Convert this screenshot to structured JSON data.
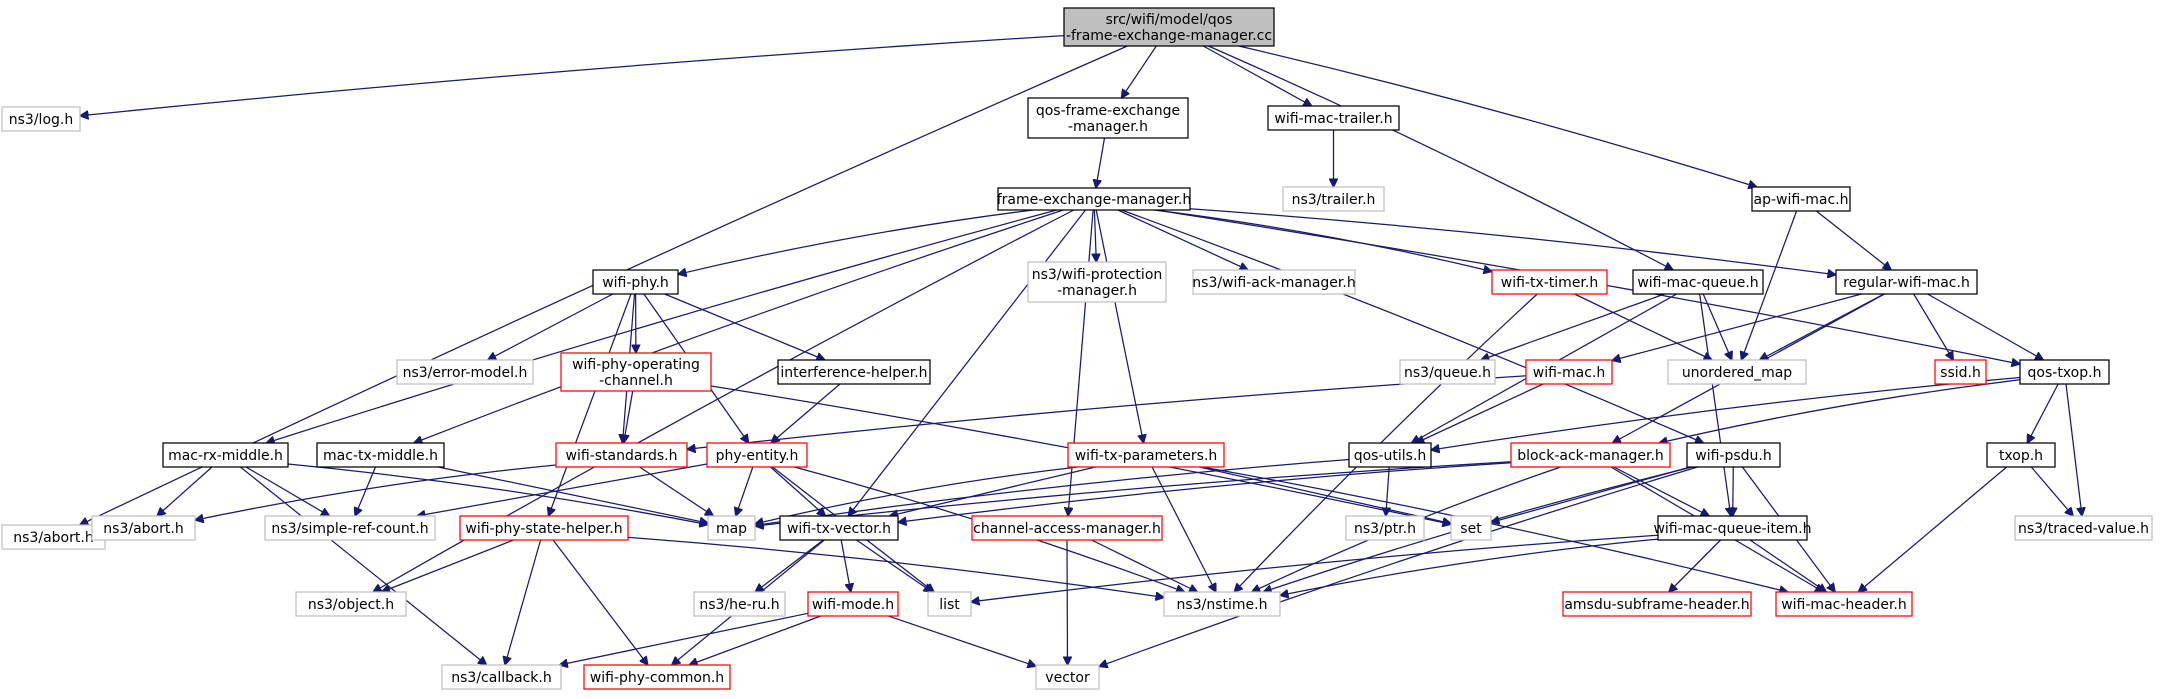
{
  "colors": {
    "edge": "#191970",
    "root_fill": "#bfbfbf",
    "default_border": "#000000",
    "external_border": "#bfbfbf",
    "red_border": "#ff0000"
  },
  "nodes": [
    {
      "id": "root",
      "lines": [
        "src/wifi/model/qos",
        "-frame-exchange-manager.cc"
      ],
      "style": "root"
    },
    {
      "id": "log",
      "lines": [
        "ns3/log.h"
      ],
      "style": "external"
    },
    {
      "id": "abort",
      "lines": [
        "ns3/abort.h"
      ],
      "style": "external"
    },
    {
      "id": "qfem",
      "lines": [
        "qos-frame-exchange",
        "-manager.h"
      ],
      "style": "normal"
    },
    {
      "id": "trailer",
      "lines": [
        "wifi-mac-trailer.h"
      ],
      "style": "normal"
    },
    {
      "id": "ns3trailer",
      "lines": [
        "ns3/trailer.h"
      ],
      "style": "external"
    },
    {
      "id": "apwifimac",
      "lines": [
        "ap-wifi-mac.h"
      ],
      "style": "normal"
    },
    {
      "id": "fem",
      "lines": [
        "frame-exchange-manager.h"
      ],
      "style": "normal"
    },
    {
      "id": "wifiphy",
      "lines": [
        "wifi-phy.h"
      ],
      "style": "normal"
    },
    {
      "id": "protection",
      "lines": [
        "ns3/wifi-protection",
        "-manager.h"
      ],
      "style": "external"
    },
    {
      "id": "ackmgr",
      "lines": [
        "ns3/wifi-ack-manager.h"
      ],
      "style": "external"
    },
    {
      "id": "txtimer",
      "lines": [
        "wifi-tx-timer.h"
      ],
      "style": "red"
    },
    {
      "id": "macqueue",
      "lines": [
        "wifi-mac-queue.h"
      ],
      "style": "normal"
    },
    {
      "id": "regmac",
      "lines": [
        "regular-wifi-mac.h"
      ],
      "style": "normal"
    },
    {
      "id": "errmodel",
      "lines": [
        "ns3/error-model.h"
      ],
      "style": "external"
    },
    {
      "id": "opchan",
      "lines": [
        "wifi-phy-operating",
        "-channel.h"
      ],
      "style": "red"
    },
    {
      "id": "interf",
      "lines": [
        "interference-helper.h"
      ],
      "style": "normal"
    },
    {
      "id": "queue",
      "lines": [
        "ns3/queue.h"
      ],
      "style": "external"
    },
    {
      "id": "wifimac",
      "lines": [
        "wifi-mac.h"
      ],
      "style": "red"
    },
    {
      "id": "umap",
      "lines": [
        "unordered_map"
      ],
      "style": "external"
    },
    {
      "id": "ssid",
      "lines": [
        "ssid.h"
      ],
      "style": "red"
    },
    {
      "id": "qostxop",
      "lines": [
        "qos-txop.h"
      ],
      "style": "normal"
    },
    {
      "id": "macrx",
      "lines": [
        "mac-rx-middle.h"
      ],
      "style": "normal"
    },
    {
      "id": "mactx",
      "lines": [
        "mac-tx-middle.h"
      ],
      "style": "normal"
    },
    {
      "id": "standards",
      "lines": [
        "wifi-standards.h"
      ],
      "style": "red"
    },
    {
      "id": "phyentity",
      "lines": [
        "phy-entity.h"
      ],
      "style": "red"
    },
    {
      "id": "txparams",
      "lines": [
        "wifi-tx-parameters.h"
      ],
      "style": "red"
    },
    {
      "id": "qosutils",
      "lines": [
        "qos-utils.h"
      ],
      "style": "normal"
    },
    {
      "id": "bam",
      "lines": [
        "block-ack-manager.h"
      ],
      "style": "red"
    },
    {
      "id": "psdu",
      "lines": [
        "wifi-psdu.h"
      ],
      "style": "normal"
    },
    {
      "id": "txop",
      "lines": [
        "txop.h"
      ],
      "style": "normal"
    },
    {
      "id": "ns3abort",
      "lines": [
        "ns3/abort.h"
      ],
      "style": "external"
    },
    {
      "id": "simpleref",
      "lines": [
        "ns3/simple-ref-count.h"
      ],
      "style": "external"
    },
    {
      "id": "map",
      "lines": [
        "map"
      ],
      "style": "external"
    },
    {
      "id": "txvector",
      "lines": [
        "wifi-tx-vector.h"
      ],
      "style": "normal"
    },
    {
      "id": "cam",
      "lines": [
        "channel-access-manager.h"
      ],
      "style": "red"
    },
    {
      "id": "ptr",
      "lines": [
        "ns3/ptr.h"
      ],
      "style": "external"
    },
    {
      "id": "set",
      "lines": [
        "set"
      ],
      "style": "external"
    },
    {
      "id": "mqitem",
      "lines": [
        "wifi-mac-queue-item.h"
      ],
      "style": "normal"
    },
    {
      "id": "traced",
      "lines": [
        "ns3/traced-value.h"
      ],
      "style": "external"
    },
    {
      "id": "statehelper",
      "lines": [
        "wifi-phy-state-helper.h"
      ],
      "style": "red"
    },
    {
      "id": "object",
      "lines": [
        "ns3/object.h"
      ],
      "style": "external"
    },
    {
      "id": "heru",
      "lines": [
        "ns3/he-ru.h"
      ],
      "style": "external"
    },
    {
      "id": "list",
      "lines": [
        "list"
      ],
      "style": "external"
    },
    {
      "id": "wifimode",
      "lines": [
        "wifi-mode.h"
      ],
      "style": "red"
    },
    {
      "id": "nstime",
      "lines": [
        "ns3/nstime.h"
      ],
      "style": "external"
    },
    {
      "id": "amsdu",
      "lines": [
        "amsdu-subframe-header.h"
      ],
      "style": "red"
    },
    {
      "id": "macheader",
      "lines": [
        "wifi-mac-header.h"
      ],
      "style": "red"
    },
    {
      "id": "callback",
      "lines": [
        "ns3/callback.h"
      ],
      "style": "external"
    },
    {
      "id": "phycommon",
      "lines": [
        "wifi-phy-common.h"
      ],
      "style": "red"
    },
    {
      "id": "vector",
      "lines": [
        "vector"
      ],
      "style": "external"
    }
  ],
  "edges": [
    [
      "root",
      "log"
    ],
    [
      "root",
      "abort"
    ],
    [
      "root",
      "qfem"
    ],
    [
      "root",
      "trailer"
    ],
    [
      "root",
      "apwifimac"
    ],
    [
      "root",
      "macqueue"
    ],
    [
      "qfem",
      "fem"
    ],
    [
      "trailer",
      "ns3trailer"
    ],
    [
      "apwifimac",
      "regmac"
    ],
    [
      "apwifimac",
      "umap"
    ],
    [
      "fem",
      "wifiphy"
    ],
    [
      "fem",
      "protection"
    ],
    [
      "fem",
      "ackmgr"
    ],
    [
      "fem",
      "txtimer"
    ],
    [
      "fem",
      "regmac"
    ],
    [
      "fem",
      "qostxop"
    ],
    [
      "fem",
      "macrx"
    ],
    [
      "fem",
      "mactx"
    ],
    [
      "fem",
      "object"
    ],
    [
      "fem",
      "txvector"
    ],
    [
      "fem",
      "cam"
    ],
    [
      "fem",
      "txparams"
    ],
    [
      "fem",
      "psdu"
    ],
    [
      "wifiphy",
      "errmodel"
    ],
    [
      "wifiphy",
      "opchan"
    ],
    [
      "wifiphy",
      "interf"
    ],
    [
      "wifiphy",
      "phyentity"
    ],
    [
      "wifiphy",
      "standards"
    ],
    [
      "wifiphy",
      "statehelper"
    ],
    [
      "opchan",
      "standards"
    ],
    [
      "opchan",
      "set"
    ],
    [
      "interf",
      "phyentity"
    ],
    [
      "txtimer",
      "umap"
    ],
    [
      "txtimer",
      "nstime"
    ],
    [
      "macqueue",
      "queue"
    ],
    [
      "macqueue",
      "umap"
    ],
    [
      "macqueue",
      "qosutils"
    ],
    [
      "macqueue",
      "mqitem"
    ],
    [
      "regmac",
      "umap"
    ],
    [
      "regmac",
      "wifimac"
    ],
    [
      "regmac",
      "ssid"
    ],
    [
      "regmac",
      "qostxop"
    ],
    [
      "regmac",
      "bam"
    ],
    [
      "wifimac",
      "standards"
    ],
    [
      "wifimac",
      "qosutils"
    ],
    [
      "qostxop",
      "qosutils"
    ],
    [
      "qostxop",
      "bam"
    ],
    [
      "qostxop",
      "txop"
    ],
    [
      "qostxop",
      "traced"
    ],
    [
      "macrx",
      "ns3abort"
    ],
    [
      "macrx",
      "simpleref"
    ],
    [
      "macrx",
      "map"
    ],
    [
      "macrx",
      "callback"
    ],
    [
      "mactx",
      "simpleref"
    ],
    [
      "mactx",
      "map"
    ],
    [
      "standards",
      "ns3abort"
    ],
    [
      "standards",
      "map"
    ],
    [
      "phyentity",
      "simpleref"
    ],
    [
      "phyentity",
      "map"
    ],
    [
      "phyentity",
      "txvector"
    ],
    [
      "phyentity",
      "nstime"
    ],
    [
      "phyentity",
      "list"
    ],
    [
      "txparams",
      "map"
    ],
    [
      "txparams",
      "txvector"
    ],
    [
      "txparams",
      "set"
    ],
    [
      "txparams",
      "nstime"
    ],
    [
      "txparams",
      "macheader"
    ],
    [
      "qosutils",
      "map"
    ],
    [
      "qosutils",
      "ptr"
    ],
    [
      "bam",
      "map"
    ],
    [
      "bam",
      "txvector"
    ],
    [
      "bam",
      "mqitem"
    ],
    [
      "bam",
      "nstime"
    ],
    [
      "bam",
      "macheader"
    ],
    [
      "psdu",
      "set"
    ],
    [
      "psdu",
      "mqitem"
    ],
    [
      "psdu",
      "nstime"
    ],
    [
      "psdu",
      "macheader"
    ],
    [
      "psdu",
      "vector"
    ],
    [
      "txop",
      "traced"
    ],
    [
      "txop",
      "macheader"
    ],
    [
      "txvector",
      "heru"
    ],
    [
      "txvector",
      "list"
    ],
    [
      "txvector",
      "wifimode"
    ],
    [
      "txvector",
      "phycommon"
    ],
    [
      "cam",
      "nstime"
    ],
    [
      "cam",
      "vector"
    ],
    [
      "mqitem",
      "amsdu"
    ],
    [
      "mqitem",
      "macheader"
    ],
    [
      "mqitem",
      "nstime"
    ],
    [
      "mqitem",
      "list"
    ],
    [
      "statehelper",
      "object"
    ],
    [
      "statehelper",
      "callback"
    ],
    [
      "statehelper",
      "phycommon"
    ],
    [
      "statehelper",
      "nstime"
    ],
    [
      "wifimode",
      "callback"
    ],
    [
      "wifimode",
      "phycommon"
    ],
    [
      "wifimode",
      "vector"
    ]
  ]
}
